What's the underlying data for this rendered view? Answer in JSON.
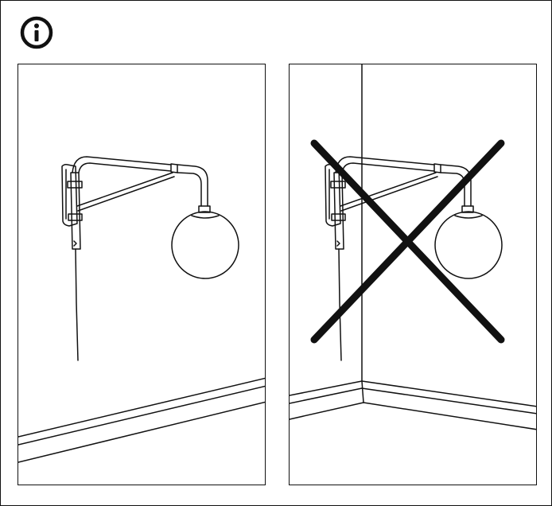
{
  "document": {
    "type": "assembly-instruction-info-page",
    "info_icon": "info-circle-icon",
    "panels": [
      {
        "id": "correct",
        "depiction": "wall-lamp-mounted-on-flat-wall",
        "status_mark": null
      },
      {
        "id": "incorrect",
        "depiction": "wall-lamp-mounted-on-inside-corner",
        "status_mark": "cross-mark-icon"
      }
    ]
  },
  "colors": {
    "line": "#111111",
    "background": "#ffffff"
  }
}
